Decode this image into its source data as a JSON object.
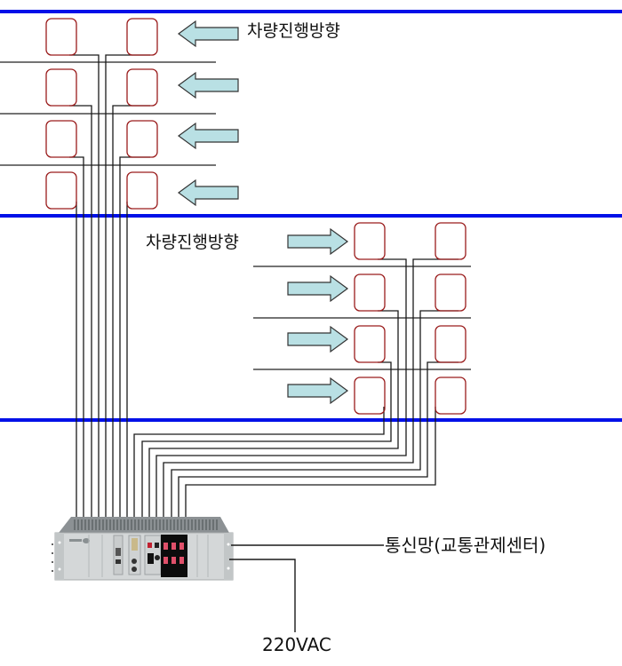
{
  "title": "Vehicle detection loop wiring diagram",
  "colors": {
    "lane_boundary": "#0010e8",
    "lane_divider": "#222222",
    "loop_outline": "#9a1c1c",
    "wire": "#1a1a1a",
    "arrow_fill": "#b9e0e4",
    "arrow_stroke": "#333333"
  },
  "road_upper": {
    "direction_label": "차량진행방향",
    "direction": "left",
    "lanes": 4,
    "loops_per_lane": 2
  },
  "road_lower": {
    "direction_label": "차량진행방향",
    "direction": "right",
    "lanes": 4,
    "loops_per_lane": 2
  },
  "controller": {
    "name": "detector-controller-rack",
    "connections": 16
  },
  "outputs": {
    "network_label": "통신망(교통관제센터)",
    "power_label": "220VAC"
  }
}
